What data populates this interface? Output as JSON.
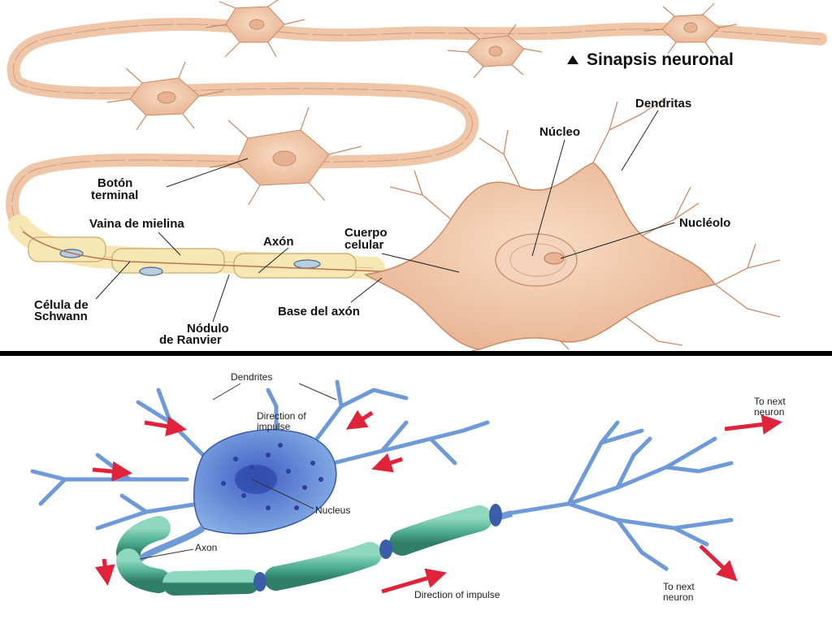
{
  "top_panel": {
    "title": "Sinapsis neuronal",
    "labels": {
      "dendritas": "Dendritas",
      "nucleo": "Núcleo",
      "boton_terminal_line1": "Botón",
      "boton_terminal_line2": "terminal",
      "vaina_de_mielina": "Vaina de mielina",
      "axon": "Axón",
      "cuerpo_celular_line1": "Cuerpo",
      "cuerpo_celular_line2": "celular",
      "nucleolo": "Nucléolo",
      "celula_de_schwann_line1": "Célula de",
      "celula_de_schwann_line2": "Schwann",
      "nodulo_de_ranvier_line1": "Nódulo",
      "nodulo_de_ranvier_line2": "de Ranvier",
      "base_del_axon": "Base del axón"
    }
  },
  "bottom_panel": {
    "labels": {
      "dendrites": "Dendrites",
      "direction_of_impulse_line1": "Direction of",
      "direction_of_impulse_line2": "impulse",
      "nucleus": "Nucleus",
      "axon": "Axon",
      "direction_of_impulse_bottom": "Direction of impulse",
      "to_next_neuron_top_line1": "To next",
      "to_next_neuron_top_line2": "neuron",
      "to_next_neuron_bottom_line1": "To next",
      "to_next_neuron_bottom_line2": "neuron"
    }
  },
  "colors": {
    "neuron_body": "#f2c9ac",
    "neuron_outline": "#c98a66",
    "myelin": "#f7e7b4",
    "neuron_blue": "#6f9ad8",
    "myelin_green": "#5fb598",
    "arrow_red": "#e0223a",
    "divider": "#000000"
  }
}
